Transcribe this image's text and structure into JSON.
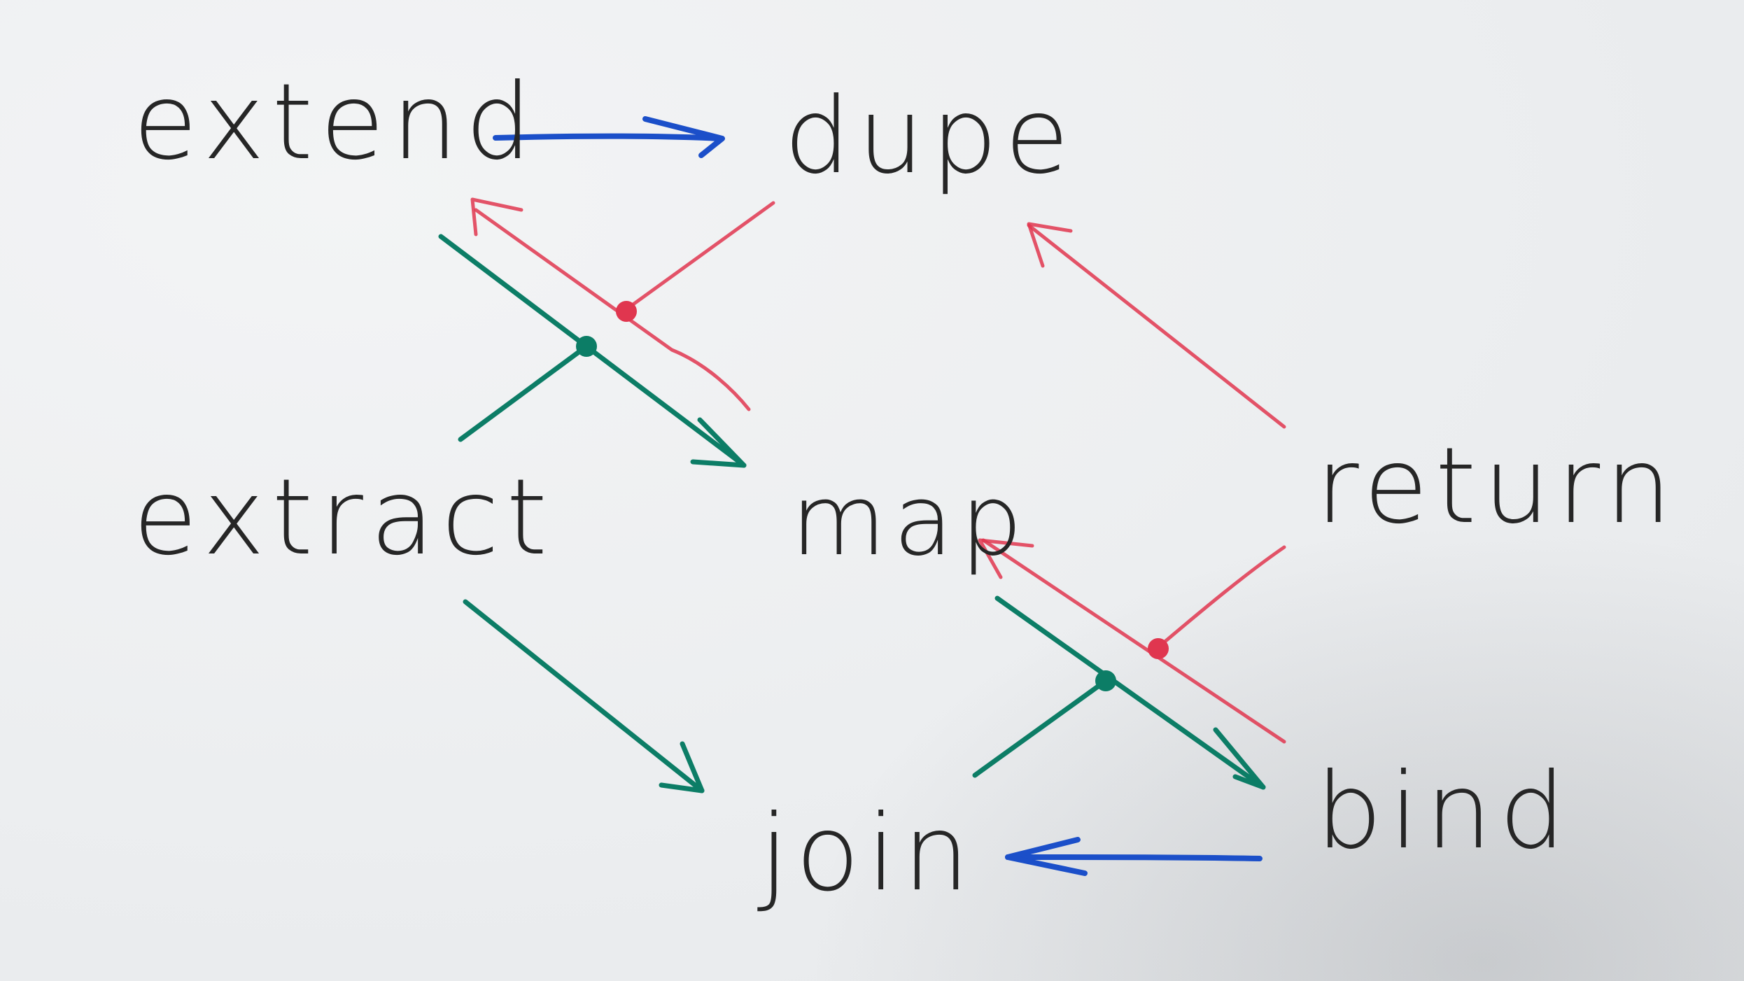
{
  "labels": {
    "extend": "extend",
    "dupe": "dupe",
    "extract": "extract",
    "map": "map",
    "return": "return",
    "join": "join",
    "bind": "bind"
  },
  "colors": {
    "blue": "#1b4fc9",
    "green": "#0c7d66",
    "red": "#e0364f",
    "ink": "#262626",
    "paper": "#eceef0"
  },
  "edges": [
    {
      "from": "extend",
      "to": "dupe",
      "color": "blue"
    },
    {
      "from": "dupe",
      "to": "extend",
      "color": "red",
      "joined_with": "map"
    },
    {
      "from": "extend",
      "to": "map",
      "color": "green",
      "joined_with": "extract"
    },
    {
      "from": "return",
      "to": "dupe",
      "color": "red"
    },
    {
      "from": "extract",
      "to": "join",
      "color": "green"
    },
    {
      "from": "bind",
      "to": "map",
      "color": "red",
      "joined_with": "return"
    },
    {
      "from": "map",
      "to": "bind",
      "color": "green",
      "joined_with": "join"
    },
    {
      "from": "bind",
      "to": "join",
      "color": "blue"
    }
  ]
}
